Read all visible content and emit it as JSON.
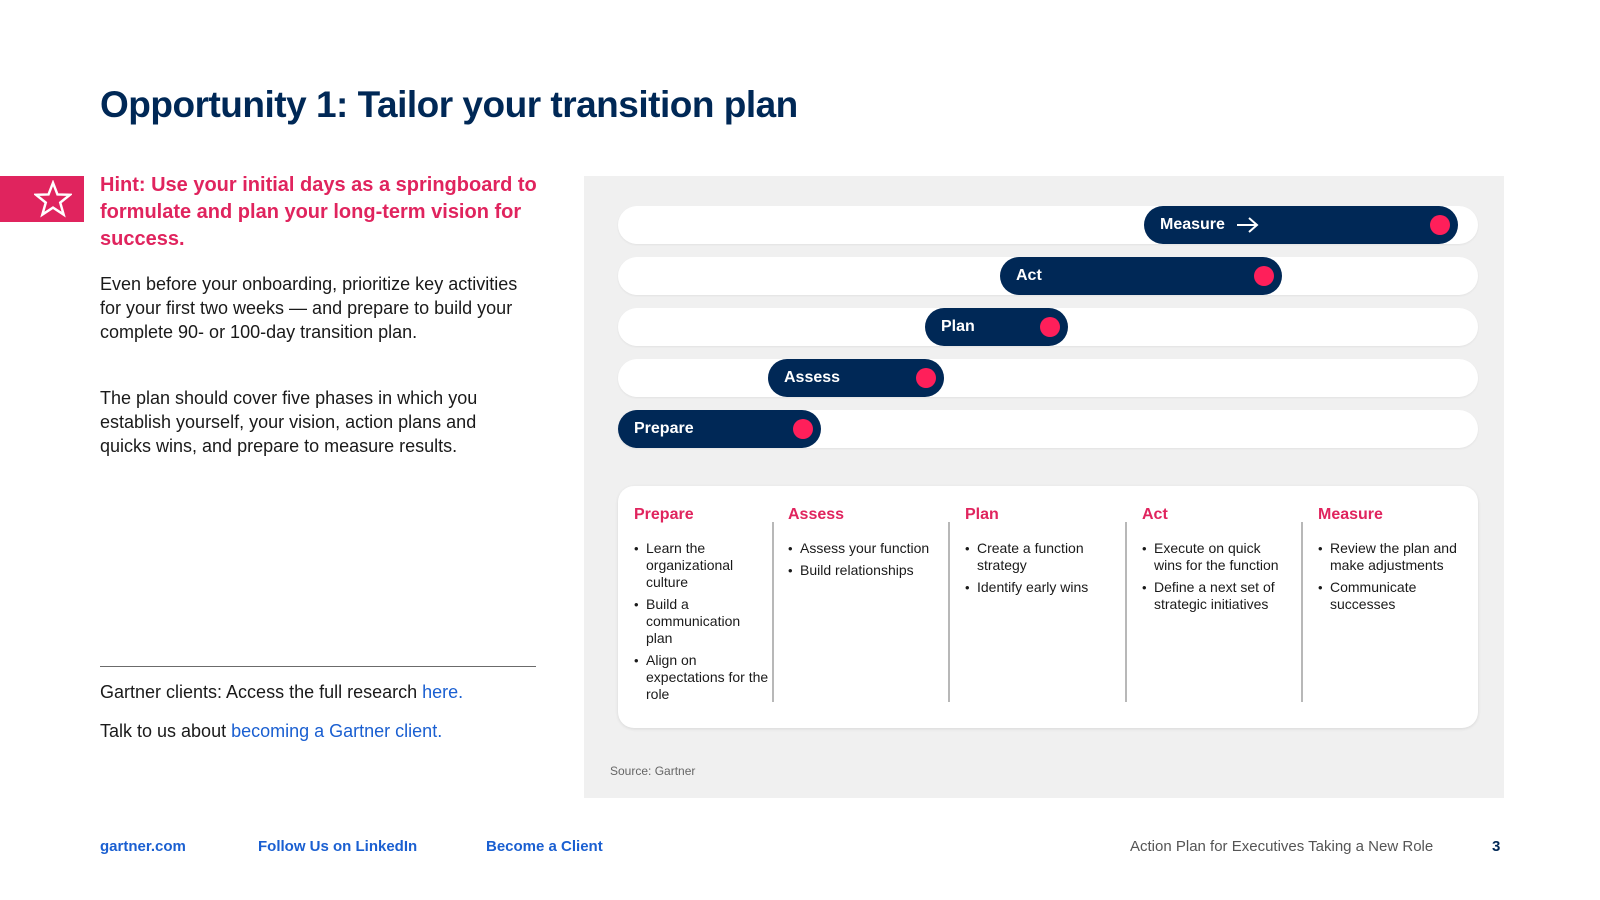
{
  "title": "Opportunity 1: Tailor your transition plan",
  "hint": "Hint: Use your initial days as a springboard to formulate and plan your long-term vision for success.",
  "body": [
    "Even before your onboarding, prioritize key activities for your first two weeks — and prepare to build your complete 90- or 100-day transition plan.",
    "The plan should cover five phases in which you establish yourself, your vision, action plans and quicks wins, and prepare to measure results."
  ],
  "clients": {
    "line1_prefix": "Gartner clients: Access the full research ",
    "line1_link": "here.",
    "line2_prefix": "Talk to us about ",
    "line2_link": "becoming a Gartner client."
  },
  "timeline": {
    "bars": [
      {
        "label": "Measure"
      },
      {
        "label": "Act"
      },
      {
        "label": "Plan"
      },
      {
        "label": "Assess"
      },
      {
        "label": "Prepare"
      }
    ]
  },
  "phases": [
    {
      "name": "Prepare",
      "items": [
        "Learn the organizational culture",
        "Build a communication plan",
        "Align on expectations for the role"
      ]
    },
    {
      "name": "Assess",
      "items": [
        "Assess your function",
        "Build relationships"
      ]
    },
    {
      "name": "Plan",
      "items": [
        "Create a function strategy",
        "Identify early wins"
      ]
    },
    {
      "name": "Act",
      "items": [
        "Execute on quick wins for the function",
        "Define a next set of strategic initiatives"
      ]
    },
    {
      "name": "Measure",
      "items": [
        "Review the plan and make adjustments",
        "Communicate successes"
      ]
    }
  ],
  "source": "Source: Gartner",
  "footer": {
    "site": "gartner.com",
    "linkedin": "Follow Us on LinkedIn",
    "become": "Become a Client",
    "doc_title": "Action Plan for Executives Taking a New Role",
    "page": "3"
  },
  "colors": {
    "navy": "#002856",
    "pink": "#e0245e",
    "dot": "#ff1f5a",
    "link": "#1a5fd1"
  },
  "icons": {
    "badge": "star-icon",
    "measure": "arrow-right-icon"
  }
}
